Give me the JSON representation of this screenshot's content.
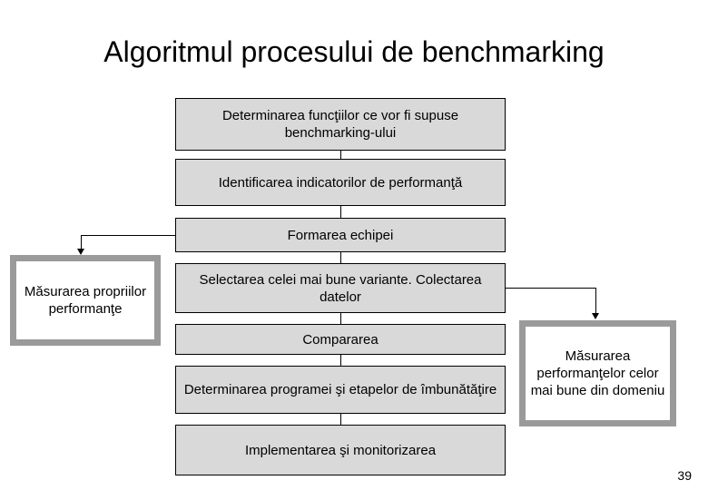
{
  "slide": {
    "title": "Algoritmul procesului de benchmarking",
    "page_number": "39",
    "colors": {
      "box_fill": "#d9d9d9",
      "box_border": "#000000",
      "side_box_border": "#9a9a9a",
      "side_box_fill": "#ffffff",
      "background": "#ffffff",
      "text": "#000000"
    }
  },
  "flow": {
    "steps": [
      {
        "id": "step-1",
        "label": "Determinarea funcţiilor ce vor fi supuse benchmarking-ului"
      },
      {
        "id": "step-2",
        "label": "Identificarea indicatorilor de performanţă"
      },
      {
        "id": "step-3",
        "label": "Formarea echipei"
      },
      {
        "id": "step-4",
        "label": "Selectarea celei mai bune variante. Colectarea datelor"
      },
      {
        "id": "step-5",
        "label": "Compararea"
      },
      {
        "id": "step-6",
        "label": "Determinarea programei şi etapelor de îmbunătăţire"
      },
      {
        "id": "step-7",
        "label": "Implementarea şi monitorizarea"
      }
    ],
    "side_nodes": [
      {
        "id": "side-left",
        "label": "Măsurarea propriilor performanţe",
        "from_step": "step-3",
        "side": "left"
      },
      {
        "id": "side-right",
        "label": "Măsurarea performanţelor celor mai bune din domeniu",
        "from_step": "step-4",
        "side": "right"
      }
    ]
  }
}
